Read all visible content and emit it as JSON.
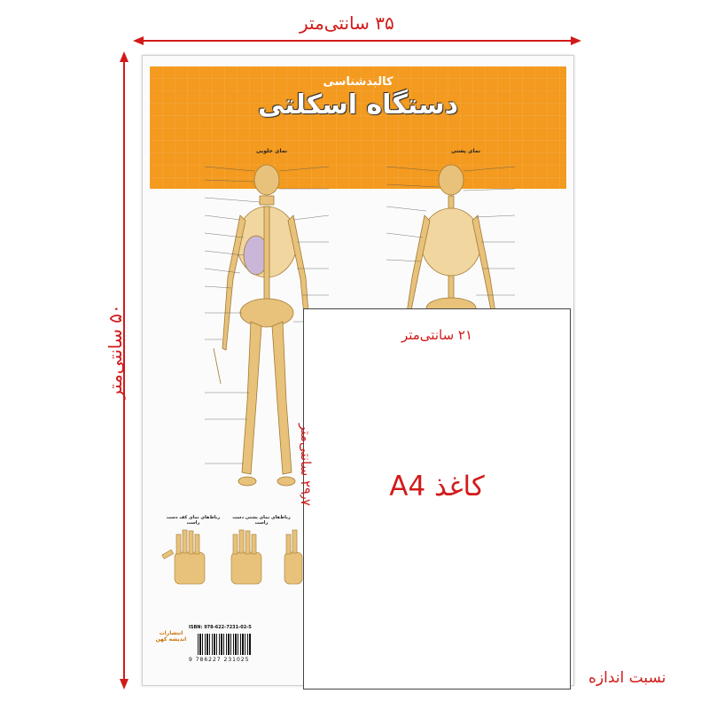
{
  "dimensions": {
    "poster_width": "۳۵ سانتی‌متر",
    "poster_height": "۵۰ سانتی‌متر",
    "a4_width": "۲۱ سانتی‌متر",
    "a4_height": "۲۹٫۷ سانتی‌متر",
    "a4_label": "کاغذ A4",
    "caption": "نسبت اندازه"
  },
  "poster": {
    "subtitle": "کالبدشناسی",
    "title": "دستگاه اسکلتی",
    "front_view_label": "نمای جلویی",
    "back_view_label": "نمای پشتی",
    "hand_back_title": "رباط‌های نمای پشتی دست راست",
    "hand_palm_title": "رباط‌های نمای کف دست راست",
    "isbn": "ISBN: 978-622-7231-02-5",
    "barcode_digits": "9 786227 231025",
    "publisher": "انتشارات اندیشه کهن"
  },
  "colors": {
    "accent_red": "#d11a1a",
    "header_orange": "#f39a1f",
    "bone": "#e8c27a"
  }
}
